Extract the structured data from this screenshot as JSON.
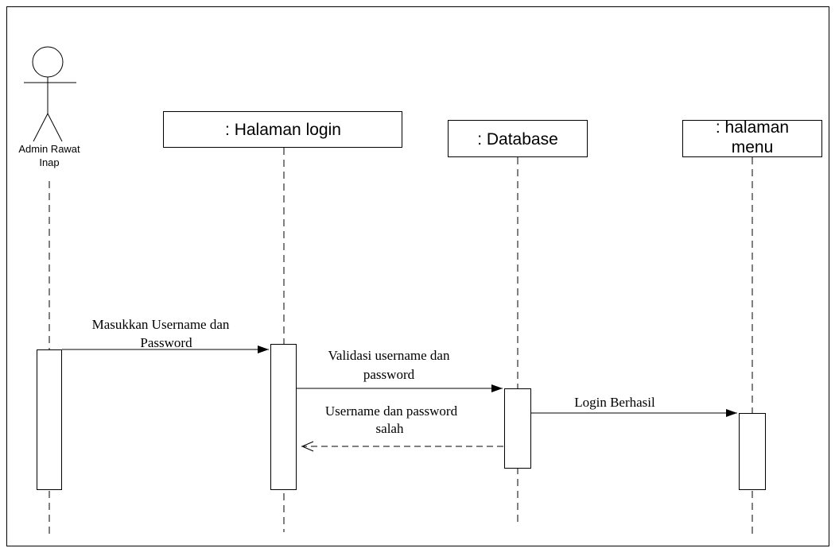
{
  "diagram": {
    "actor": {
      "name_line1": "Admin Rawat",
      "name_line2": "Inap"
    },
    "objects": {
      "login_page": ": Halaman login",
      "database": ": Database",
      "menu_page_line1": ": halaman",
      "menu_page_line2": "menu"
    },
    "messages": {
      "m1_line1": "Masukkan Username dan",
      "m1_line2": "Password",
      "m2_line1": "Validasi username dan",
      "m2_line2": "password",
      "m3_line1": "Username dan password",
      "m3_line2": "salah",
      "m4": "Login Berhasil"
    }
  }
}
